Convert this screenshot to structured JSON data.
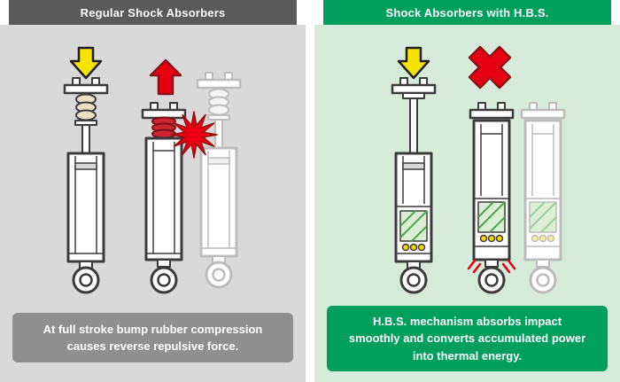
{
  "diagram": {
    "regular": {
      "title": "Regular Shock Absorbers",
      "caption": "At full stroke bump rubber compression causes reverse repulsive force.",
      "colors": {
        "header_bg": "#5a5a5a",
        "panel_bg": "#d9d9d9",
        "caption_bg": "#8f8f8f",
        "text": "#ffffff"
      },
      "icons": {
        "impact_arrow": "impact-down-arrow-icon",
        "rebound_arrow": "rebound-up-arrow-icon",
        "burst": "repulsion-burst-icon"
      }
    },
    "hbs": {
      "title": "Shock Absorbers with H.B.S.",
      "caption": "H.B.S. mechanism absorbs impact smoothly and converts accumulated power into thermal energy.",
      "colors": {
        "header_bg": "#00a05c",
        "panel_bg": "#d6ebd9",
        "caption_bg": "#00a05c",
        "text": "#ffffff"
      },
      "icons": {
        "impact_arrow": "impact-down-arrow-icon",
        "cross": "no-rebound-cross-icon",
        "heat": "heat-dissipation-marks"
      }
    },
    "accent_colors": {
      "arrow_yellow": "#f6e400",
      "alert_red": "#e60012",
      "mechanism_green": "#4aa64e",
      "outline_dark": "#3b3b3b",
      "outline_faded": "#bcbcbc"
    }
  }
}
